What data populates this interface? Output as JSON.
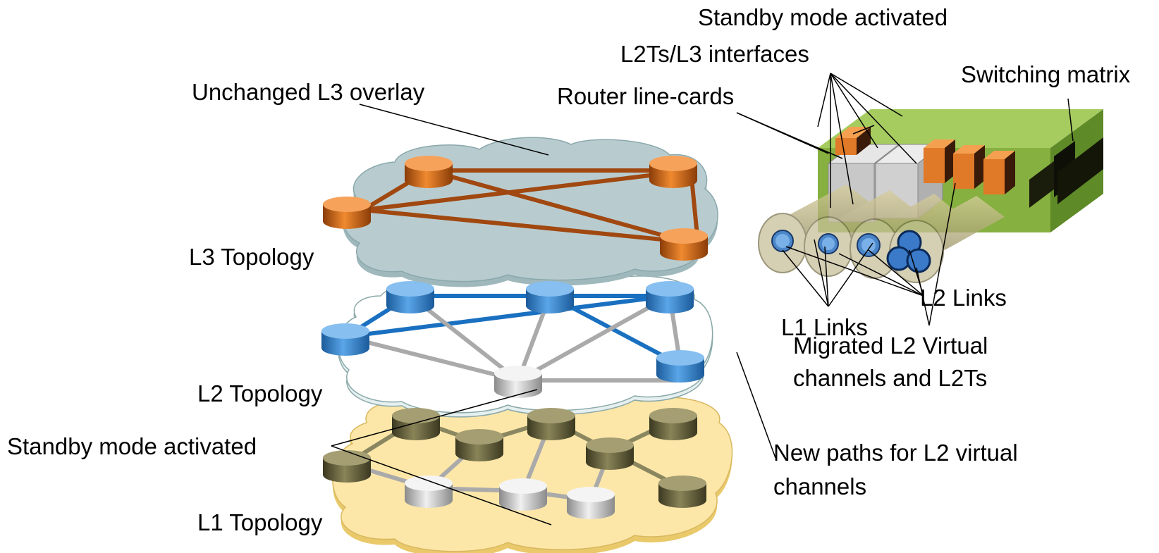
{
  "labels": {
    "standby_top": "Standby mode activated",
    "interfaces": "L2Ts/L3 interfaces",
    "switching_matrix": "Switching matrix",
    "unchanged_overlay": "Unchanged L3 overlay",
    "line_cards": "Router line-cards",
    "l3_topology": "L3 Topology",
    "l2_links": "L2 Links",
    "l1_links": "L1 Links",
    "migrated_line1": "Migrated L2 Virtual",
    "migrated_line2": "channels and L2Ts",
    "l2_topology": "L2 Topology",
    "standby_left": "Standby mode activated",
    "new_paths_line1": "New paths for L2 virtual",
    "new_paths_line2": "channels",
    "l1_topology": "L1 Topology"
  },
  "colors": {
    "l3_cloud": "#b8ccd0",
    "l3_node": "#d06818",
    "l3_link": "#a04810",
    "l2_cloud": "#ffffff",
    "l2_node": "#3a86cc",
    "l2_link": "#1a70c0",
    "l1_cloud": "#fde7a8",
    "l1_node": "#6e6a48",
    "l1_link": "#8a8660",
    "standby_node": "#c8c8c8",
    "standby_link": "#aaaaaa",
    "chassis": "#86b040"
  }
}
